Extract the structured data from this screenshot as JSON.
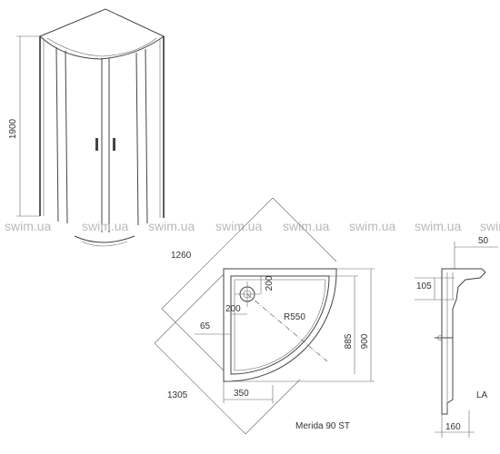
{
  "watermark": [
    "swim.ua",
    "swim.ua",
    "swim.ua",
    "swim.ua",
    "swim.ua",
    "swim.ua",
    "swim.ua",
    "swim"
  ],
  "front_view": {
    "height_label": "1900"
  },
  "plan_view": {
    "diag_top_label": "1260",
    "diag_bottom_label": "1305",
    "drain_offset_top": "200",
    "drain_offset_left": "200",
    "edge_label": "65",
    "radius_label": "R550",
    "inner_height": "885",
    "outer_height": "900",
    "bottom_width": "350",
    "model_name": "Merida 90 ST"
  },
  "section_view": {
    "top_width": "50",
    "mid_label": "105",
    "side_label": "LA",
    "bottom_width": "160"
  }
}
